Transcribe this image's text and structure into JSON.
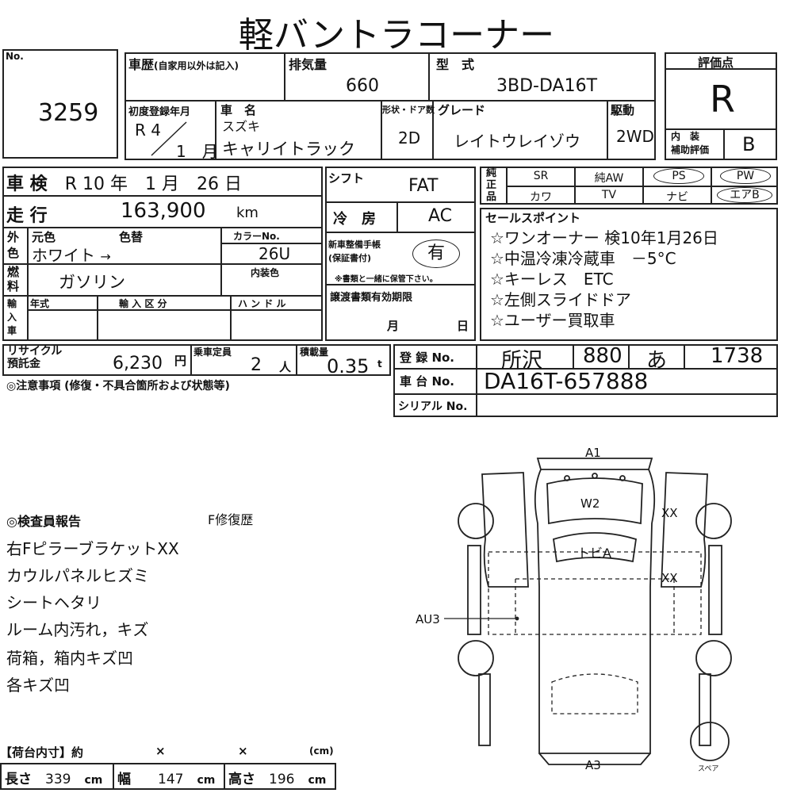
{
  "title": "軽バントラコーナー",
  "lot": {
    "label": "No.",
    "number": "3259"
  },
  "history": {
    "label": "車歴",
    "sub": "(自家用以外は記入)"
  },
  "displacement": {
    "label": "排気量",
    "value": "660"
  },
  "model": {
    "label": "型　式",
    "value": "3BD-DA16T"
  },
  "first_reg": {
    "label": "初度登録年月",
    "era": "R",
    "year": "4",
    "month": "1",
    "month_unit": "月"
  },
  "car_name": {
    "label": "車　名",
    "maker": "スズキ",
    "name": "キャリイトラック"
  },
  "doors": {
    "label": "形状・ドア数",
    "value": "2D"
  },
  "grade": {
    "label": "グレード",
    "value": "レイトウレイゾウ"
  },
  "drive": {
    "label": "駆動",
    "value": "2WD"
  },
  "rating": {
    "label": "評価点",
    "value": "R",
    "interior_label1": "内　装",
    "interior_label2": "補助評価",
    "interior_value": "B"
  },
  "inspection": {
    "label": "車 検",
    "era": "R",
    "year": "10",
    "year_unit": "年",
    "month": "1",
    "month_unit": "月",
    "day": "26",
    "day_unit": "日"
  },
  "shift": {
    "label": "シフト",
    "value": "FAT"
  },
  "aircon": {
    "label": "冷　房",
    "value": "AC"
  },
  "mileage": {
    "label": "走 行",
    "value": "163,900",
    "unit": "km"
  },
  "color": {
    "outer_label": "外色",
    "orig_label": "元色",
    "change_label": "色替",
    "value": "ホワイト",
    "arrow": "→",
    "code_label": "カラーNo.",
    "code": "26U",
    "interior_label": "内装色"
  },
  "manual": {
    "label1": "新車整備手帳",
    "label2": "(保証書付)",
    "value": "有",
    "note": "※書類と一緒に保管下さい。"
  },
  "fuel": {
    "label": "燃料",
    "value": "ガソリン"
  },
  "import": {
    "label": "輸入車",
    "year_label": "年式",
    "type_label": "輸 入 区 分",
    "handle_label": "ハ ン ド ル"
  },
  "transfer": {
    "label": "譲渡書類有効期限",
    "month_unit": "月",
    "day_unit": "日"
  },
  "equipment": {
    "label": "純正品",
    "items": [
      "SR",
      "純AW",
      "PS",
      "PW",
      "カワ",
      "TV",
      "ナビ",
      "エアB"
    ]
  },
  "sales": {
    "label": "セールスポイント",
    "points": [
      "☆ワンオーナー 検10年1月26日",
      "☆中温冷凍冷蔵車　－5°C",
      "☆キーレス　ETC",
      "☆左側スライドドア",
      "☆ユーザー買取車"
    ]
  },
  "recycle": {
    "label1": "リサイクル",
    "label2": "預託金",
    "value": "6,230",
    "unit": "円"
  },
  "capacity": {
    "label": "乗車定員",
    "value": "2",
    "unit": "人"
  },
  "load": {
    "label": "積載量",
    "value": "0.35",
    "unit": "t"
  },
  "registration": {
    "label": "登 録 No.",
    "area": "所沢",
    "class": "880",
    "kana": "あ",
    "number": "1738"
  },
  "chassis": {
    "label": "車 台 No.",
    "value": "DA16T-657888"
  },
  "serial": {
    "label": "シリアル No."
  },
  "caution": {
    "label": "◎注意事項 (修復・不具合箇所および状態等)"
  },
  "inspector": {
    "label": "◎検査員報告",
    "repair": "F修復歴",
    "lines": [
      "右FピラーブラケットXX",
      "カウルパネルヒズミ",
      "シートヘタリ",
      "ルーム内汚れ，キズ",
      "荷箱，箱内キズ凹",
      "各キズ凹"
    ]
  },
  "cargo": {
    "label": "【荷台内寸】約",
    "x1": "×",
    "x2": "×",
    "unit_label": "(cm)",
    "length_label": "長さ",
    "length": "339",
    "width_label": "幅",
    "width": "147",
    "height_label": "高さ",
    "height": "196",
    "unit": "cm"
  },
  "diagram": {
    "a1": "A1",
    "w2": "W2",
    "topia": "トビA",
    "xx1": "XX",
    "xx2": "XX",
    "au3": "AU3",
    "a3": "A3",
    "spare": "スペア"
  }
}
